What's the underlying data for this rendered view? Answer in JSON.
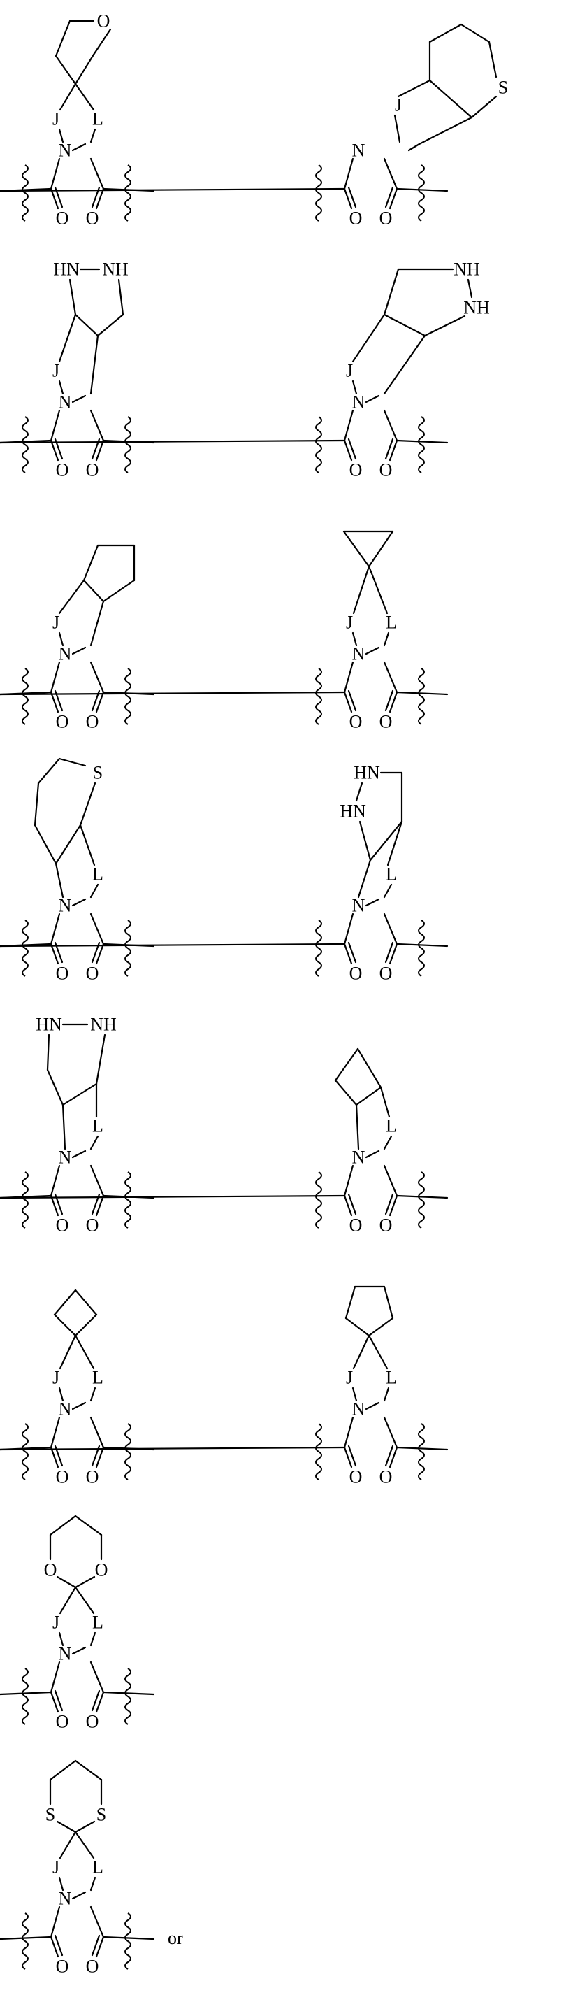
{
  "structures": [
    {
      "id": "s1",
      "labels": {
        "O_ring": "O",
        "J": "J",
        "L": "L",
        "N": "N",
        "O_left": "O",
        "O_right": "O"
      }
    },
    {
      "id": "s2",
      "labels": {
        "S_ring": "S",
        "J": "J",
        "N": "N",
        "O_left": "O",
        "O_right": "O"
      }
    },
    {
      "id": "s3",
      "labels": {
        "HN": "HN",
        "NH": "NH",
        "J": "J",
        "N": "N",
        "O_left": "O",
        "O_right": "O"
      }
    },
    {
      "id": "s4",
      "labels": {
        "NH_top": "NH",
        "NH_right": "NH",
        "J": "J",
        "N": "N",
        "O_left": "O",
        "O_right": "O"
      }
    },
    {
      "id": "s5",
      "labels": {
        "J": "J",
        "N": "N",
        "O_left": "O",
        "O_right": "O"
      }
    },
    {
      "id": "s6",
      "labels": {
        "J": "J",
        "L": "L",
        "N": "N",
        "O_left": "O",
        "O_right": "O"
      }
    },
    {
      "id": "s7",
      "labels": {
        "S_ring": "S",
        "L": "L",
        "N": "N",
        "O_left": "O",
        "O_right": "O"
      }
    },
    {
      "id": "s8",
      "labels": {
        "HN_top": "HN",
        "HN_left": "HN",
        "L": "L",
        "N": "N",
        "O_left": "O",
        "O_right": "O"
      }
    },
    {
      "id": "s9",
      "labels": {
        "HN": "HN",
        "NH": "NH",
        "L": "L",
        "N": "N",
        "O_left": "O",
        "O_right": "O"
      }
    },
    {
      "id": "s10",
      "labels": {
        "L": "L",
        "N": "N",
        "O_left": "O",
        "O_right": "O"
      }
    },
    {
      "id": "s11",
      "labels": {
        "J": "J",
        "L": "L",
        "N": "N",
        "O_left": "O",
        "O_right": "O"
      }
    },
    {
      "id": "s12",
      "labels": {
        "J": "J",
        "L": "L",
        "N": "N",
        "O_left": "O",
        "O_right": "O"
      }
    },
    {
      "id": "s13",
      "labels": {
        "O_ring_left": "O",
        "O_ring_right": "O",
        "J": "J",
        "L": "L",
        "N": "N",
        "O_left": "O",
        "O_right": "O"
      }
    },
    {
      "id": "s14",
      "labels": {
        "S_ring_left": "S",
        "S_ring_right": "S",
        "J": "J",
        "L": "L",
        "N": "N",
        "O_left": "O",
        "O_right": "O"
      }
    }
  ],
  "trailing_text": "or"
}
